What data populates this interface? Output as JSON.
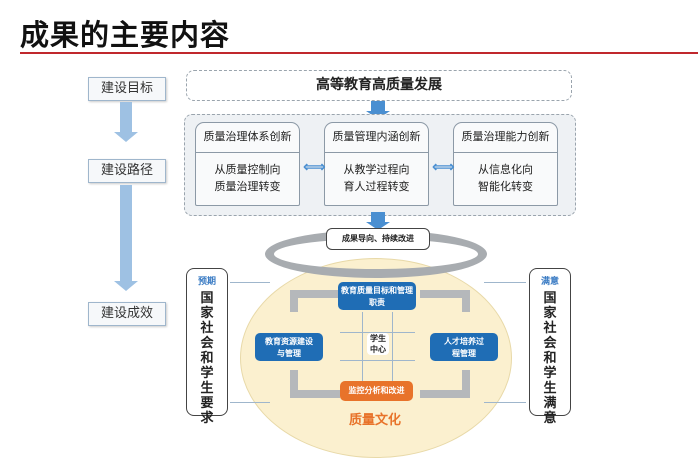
{
  "title": "成果的主要内容",
  "left_steps": [
    "建设目标",
    "建设路径",
    "建设成效"
  ],
  "goal": "高等教育高质量发展",
  "paths": [
    {
      "head": "质量治理体系创新",
      "body1": "从质量控制向",
      "body2": "质量治理转变"
    },
    {
      "head": "质量管理内涵创新",
      "body1": "从教学过程向",
      "body2": "育人过程转变"
    },
    {
      "head": "质量治理能力创新",
      "body1": "从信息化向",
      "body2": "智能化转变"
    }
  ],
  "double_arrow": "⟺",
  "orientation": "成果导向、持续改进",
  "cycle": {
    "top": "教育质量目标和管理职责",
    "left": "教育资源建设与管理",
    "right": "人才培养过程管理",
    "bottom": "监控分析和改进",
    "center": "学生中心",
    "culture": "质量文化"
  },
  "sides": {
    "left_tag": "预期",
    "left_text": "国家社会和学生要求",
    "right_tag": "满意",
    "right_text": "国家社会和学生满意"
  },
  "colors": {
    "accent_red": "#c0282d",
    "node_blue": "#1f6db5",
    "node_orange": "#e8732a",
    "arrow_blue": "#4a8fd1"
  }
}
